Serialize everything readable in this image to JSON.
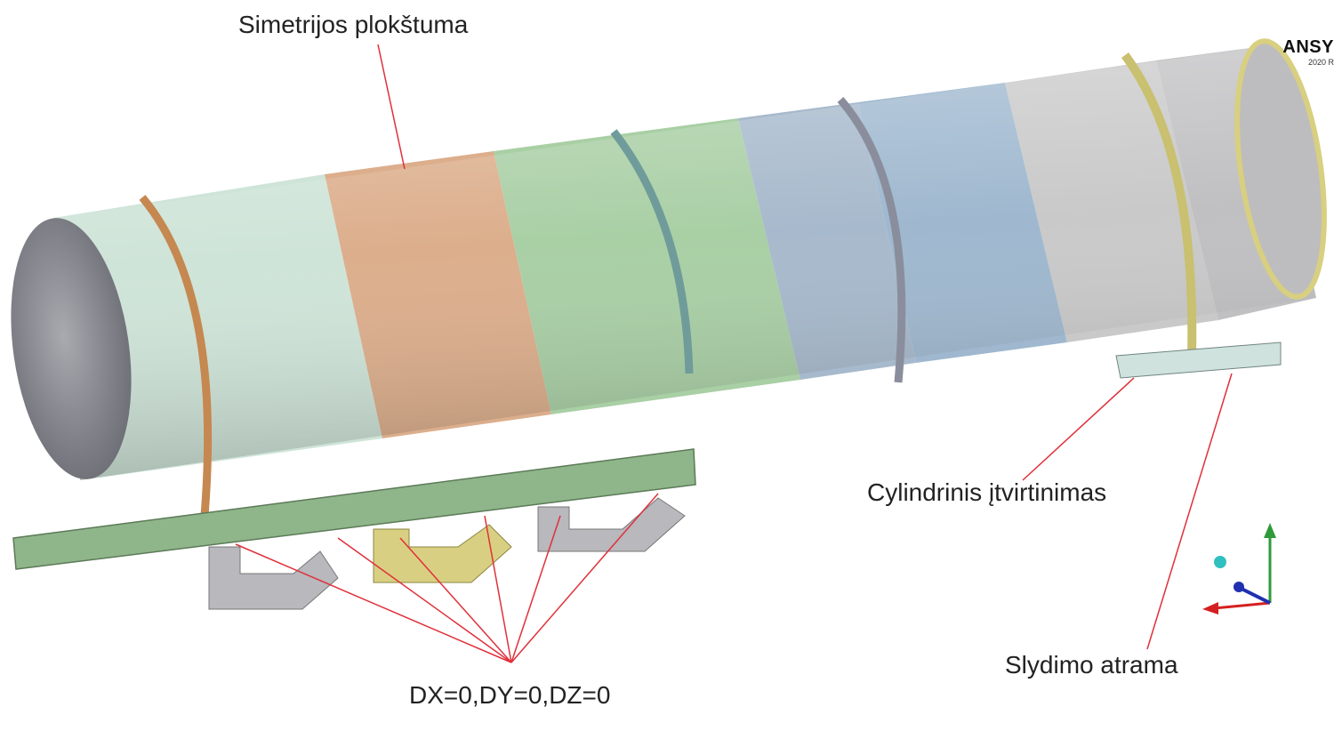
{
  "labels": {
    "symmetry_plane": "Simetrijos plokštuma",
    "cylindrical_support": "Cylindrinis įtvirtinimas",
    "sliding_support": "Slydimo atrama",
    "fixed_constraint": "DX=0,DY=0,DZ=0"
  },
  "logo": {
    "brand": "ANSY",
    "version": "2020 R"
  },
  "colors": {
    "leader": "#e0303a",
    "axis_x": "#d42020",
    "axis_y": "#2e9a3a",
    "axis_z": "#2030b0"
  }
}
